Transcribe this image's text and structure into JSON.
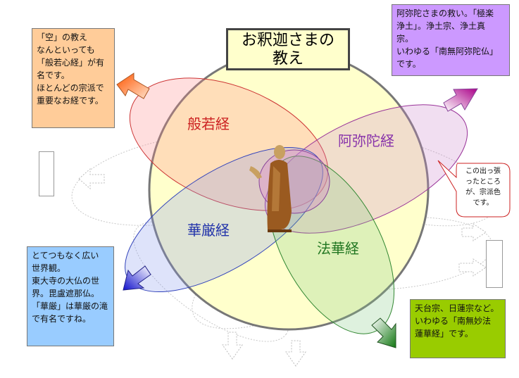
{
  "title": "お釈迦さまの\n教え",
  "sutras": {
    "hannya": "般若経",
    "amida": "阿弥陀経",
    "kegon": "華厳経",
    "hokke": "法華経"
  },
  "notes": {
    "hannya": "「空」の教え\nなんといっても\n「般若心経」が有\n名です。\nほとんどの宗派で\n重要なお経です。",
    "amida": "阿弥陀さまの救い。「極楽\n浄土」。浄土宗、浄土真\n宗。\nいわゆる「南無阿弥陀仏」\nです。",
    "kegon": "とてつもなく広い\n世界観。\n東大寺の大仏の世\n界。毘盧遮那仏。\n「華厳」は華厳の滝\nで有名ですね。",
    "hokke": "天台宗、日蓮宗など。\nいわゆる「南無妙法\n蓮華経」です。"
  },
  "callout": "この出っ張\nったところ\nが、宗派色\nです。",
  "colors": {
    "hannya": "#cc2222",
    "amida": "#8833aa",
    "kegon": "#2233aa",
    "hokke": "#227722",
    "hannya_note_bg": "#ffcc99",
    "amida_note_bg": "#cc99ff",
    "kegon_note_bg": "#99ccff",
    "hokke_note_bg": "#99cc00"
  },
  "icons": {
    "center": "buddha-statue-icon"
  }
}
